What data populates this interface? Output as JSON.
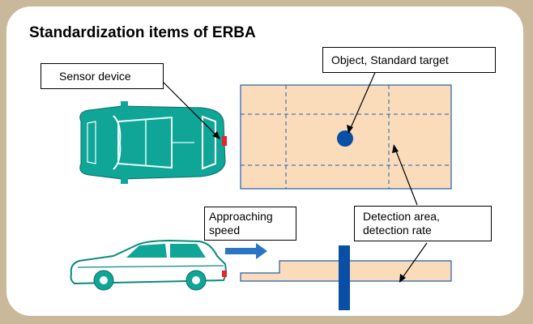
{
  "title": "Standardization items of ERBA",
  "labels": {
    "sensor_device": "Sensor device",
    "object_target": "Object, Standard target",
    "approaching_speed_line1": "Approaching",
    "approaching_speed_line2": "speed",
    "detection_line1": "Detection area,",
    "detection_line2": "detection rate"
  },
  "colors": {
    "frame": "#c9b99a",
    "area_fill": "#fbdcba",
    "area_border": "#1e5fae",
    "car": "#0fa597",
    "target": "#0a4fa6",
    "arrow": "#2a74c4",
    "sensor": "#e8232b"
  },
  "icons": [
    "car-top-view-icon",
    "car-side-view-icon",
    "speed-arrow-icon",
    "target-dot-icon"
  ]
}
